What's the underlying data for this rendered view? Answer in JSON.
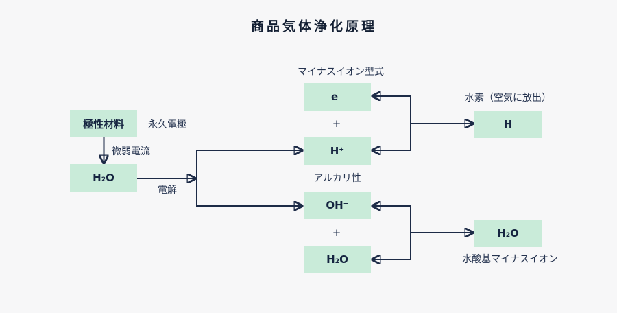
{
  "title": "商品気体浄化原理",
  "colors": {
    "background": "#f7f7f8",
    "node_fill": "#c9ebd9",
    "text": "#25334f",
    "title_text": "#131f33",
    "line": "#1d2b47"
  },
  "nodes": {
    "polar_material": "極性材料",
    "water_left": "H₂O",
    "electron": "e⁻",
    "proton": "H⁺",
    "hydroxide": "OH⁻",
    "water_mid": "H₂O",
    "hydrogen": "H",
    "water_right": "H₂O"
  },
  "labels": {
    "permanent_electrode": "永久電極",
    "weak_current": "微弱電流",
    "electrolysis": "電解",
    "minus_ion_type": "マイナスイオン型式",
    "plus_top": "+",
    "alkaline": "アルカリ性",
    "plus_bottom": "+",
    "hydrogen_release": "水素（空気に放出）",
    "hydroxyl_minus_ion": "水酸基マイナスイオン"
  }
}
